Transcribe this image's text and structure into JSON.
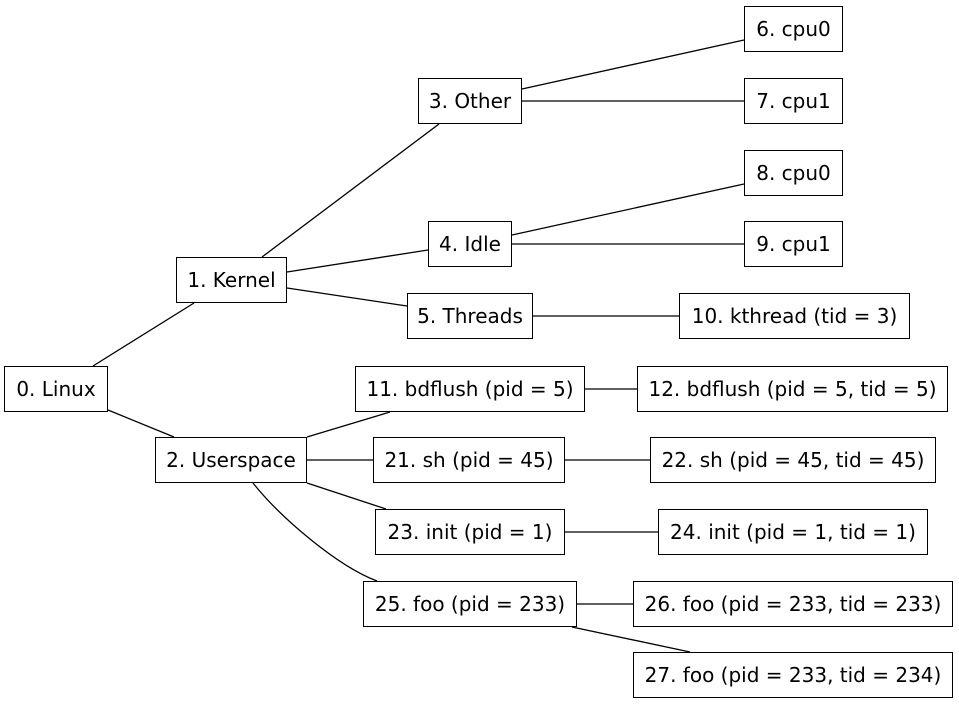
{
  "diagram": {
    "kind": "process-tree",
    "background_color": "#ffffff",
    "node_fill_color": "#ffffff",
    "node_border_color": "#000000",
    "edge_color": "#000000",
    "nodes": {
      "n0": {
        "label": "0. Linux"
      },
      "n1": {
        "label": "1. Kernel"
      },
      "n2": {
        "label": "2. Userspace"
      },
      "n3": {
        "label": "3. Other"
      },
      "n4": {
        "label": "4. Idle"
      },
      "n5": {
        "label": "5. Threads"
      },
      "n6": {
        "label": "6. cpu0"
      },
      "n7": {
        "label": "7. cpu1"
      },
      "n8": {
        "label": "8. cpu0"
      },
      "n9": {
        "label": "9. cpu1"
      },
      "n10": {
        "label": "10. kthread (tid = 3)"
      },
      "n11": {
        "label": "11. bdflush (pid = 5)"
      },
      "n12": {
        "label": "12. bdflush (pid = 5, tid = 5)"
      },
      "n21": {
        "label": "21. sh (pid = 45)"
      },
      "n22": {
        "label": "22. sh (pid = 45, tid = 45)"
      },
      "n23": {
        "label": "23. init (pid = 1)"
      },
      "n24": {
        "label": "24. init (pid = 1, tid = 1)"
      },
      "n25": {
        "label": "25. foo (pid = 233)"
      },
      "n26": {
        "label": "26. foo (pid = 233, tid = 233)"
      },
      "n27": {
        "label": "27. foo (pid = 233, tid = 234)"
      }
    },
    "edges": [
      {
        "from": "n0",
        "to": "n1"
      },
      {
        "from": "n0",
        "to": "n2"
      },
      {
        "from": "n1",
        "to": "n3"
      },
      {
        "from": "n1",
        "to": "n4"
      },
      {
        "from": "n1",
        "to": "n5"
      },
      {
        "from": "n3",
        "to": "n6"
      },
      {
        "from": "n3",
        "to": "n7"
      },
      {
        "from": "n4",
        "to": "n8"
      },
      {
        "from": "n4",
        "to": "n9"
      },
      {
        "from": "n5",
        "to": "n10"
      },
      {
        "from": "n2",
        "to": "n11"
      },
      {
        "from": "n2",
        "to": "n21"
      },
      {
        "from": "n2",
        "to": "n23"
      },
      {
        "from": "n2",
        "to": "n25"
      },
      {
        "from": "n11",
        "to": "n12"
      },
      {
        "from": "n21",
        "to": "n22"
      },
      {
        "from": "n23",
        "to": "n24"
      },
      {
        "from": "n25",
        "to": "n26"
      },
      {
        "from": "n25",
        "to": "n27"
      }
    ]
  }
}
